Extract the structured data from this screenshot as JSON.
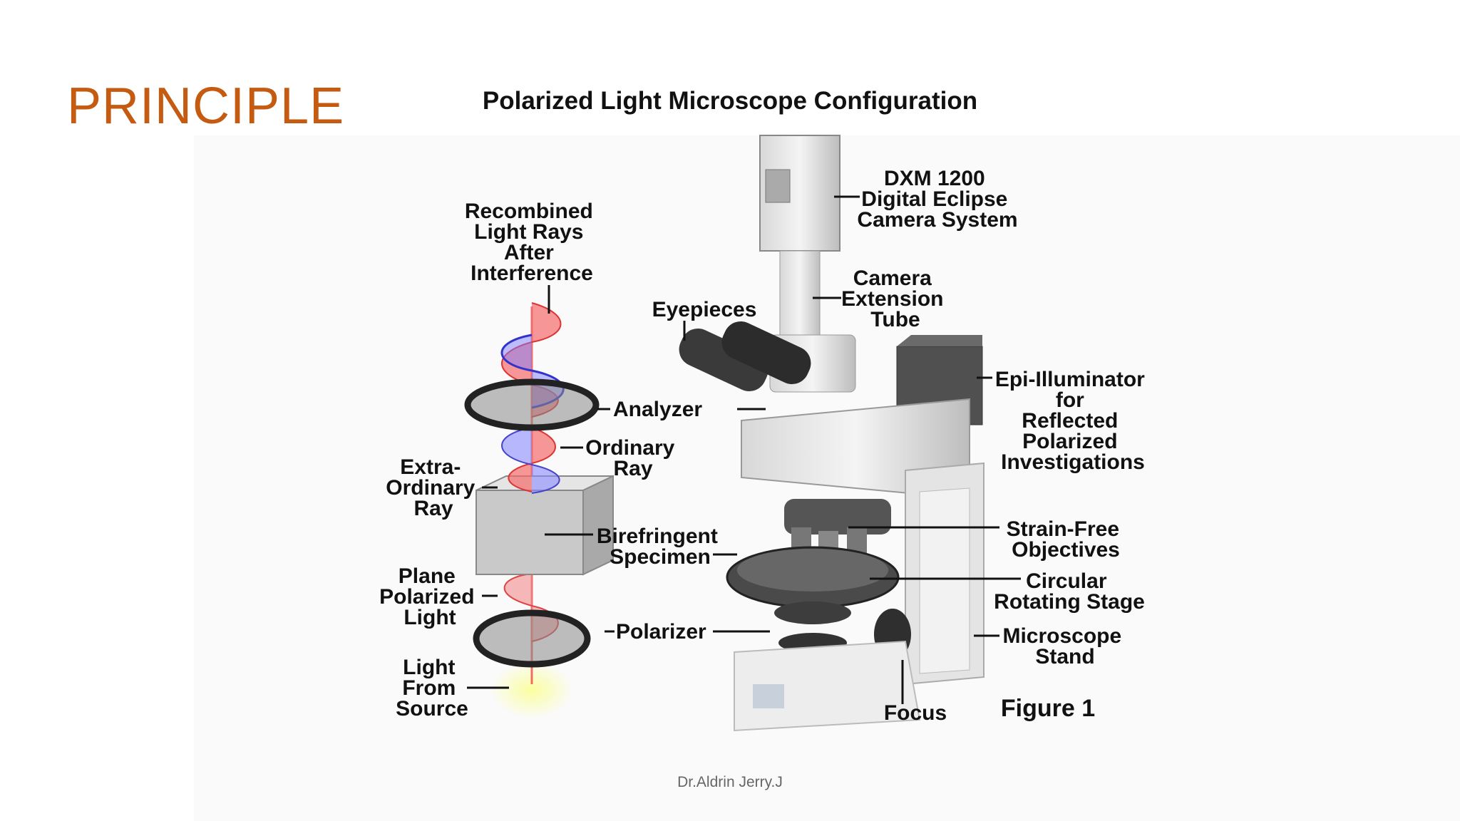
{
  "slide": {
    "title": "PRINCIPLE",
    "footer": "Dr.Aldrin Jerry.J"
  },
  "figure": {
    "title": "Polarized Light Microscope Configuration",
    "caption": "Figure 1",
    "labels": {
      "camera_system": [
        "DXM 1200",
        "Digital Eclipse",
        "Camera System"
      ],
      "recombined_rays": [
        "Recombined",
        "Light Rays",
        "After",
        "Interference"
      ],
      "camera_tube": [
        "Camera",
        "Extension",
        "Tube"
      ],
      "eyepieces": [
        "Eyepieces"
      ],
      "epi_illuminator": [
        "Epi-Illuminator",
        "for",
        "Reflected",
        "Polarized",
        "Investigations"
      ],
      "analyzer": [
        "Analyzer"
      ],
      "ordinary_ray": [
        "Ordinary",
        "Ray"
      ],
      "extraordinary_ray": [
        "Extra-",
        "Ordinary",
        "Ray"
      ],
      "birefringent_specimen": [
        "Birefringent",
        "Specimen"
      ],
      "strain_free_objectives": [
        "Strain-Free",
        "Objectives"
      ],
      "circular_stage": [
        "Circular",
        "Rotating Stage"
      ],
      "plane_polarized_light": [
        "Plane",
        "Polarized",
        "Light"
      ],
      "polarizer": [
        "Polarizer"
      ],
      "microscope_stand": [
        "Microscope",
        "Stand"
      ],
      "light_source": [
        "Light",
        "From",
        "Source"
      ],
      "focus": [
        "Focus"
      ]
    }
  }
}
